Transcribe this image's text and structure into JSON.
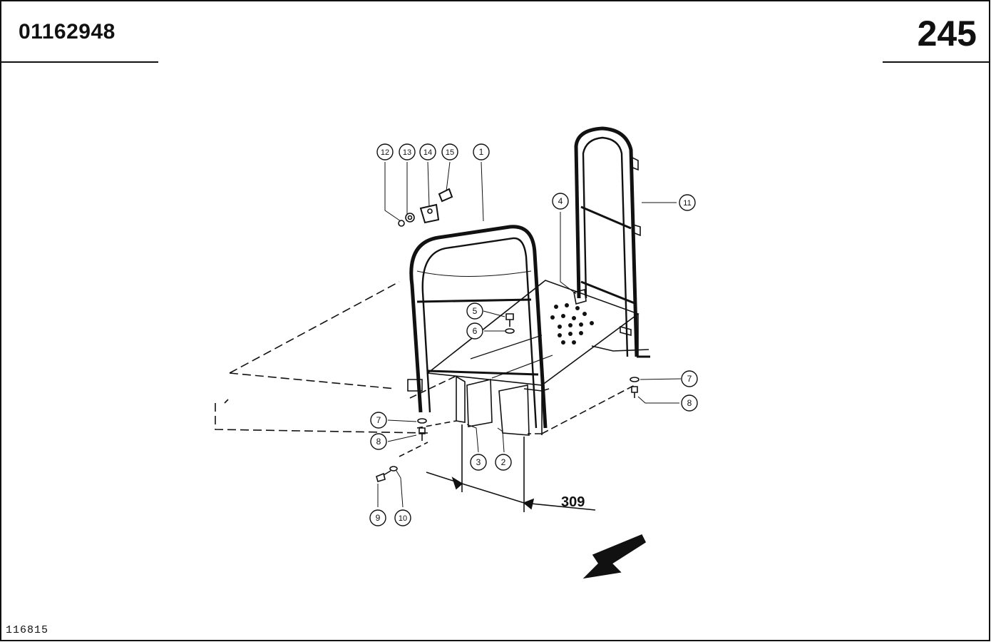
{
  "header": {
    "part_number": "01162948",
    "page_number": "245"
  },
  "footer": {
    "drawing_id": "116815"
  },
  "diagram": {
    "dimension_label": "309",
    "callouts": [
      "1",
      "2",
      "3",
      "4",
      "5",
      "6",
      "7",
      "8",
      "7",
      "8",
      "9",
      "10",
      "11",
      "12",
      "13",
      "14",
      "15"
    ]
  }
}
